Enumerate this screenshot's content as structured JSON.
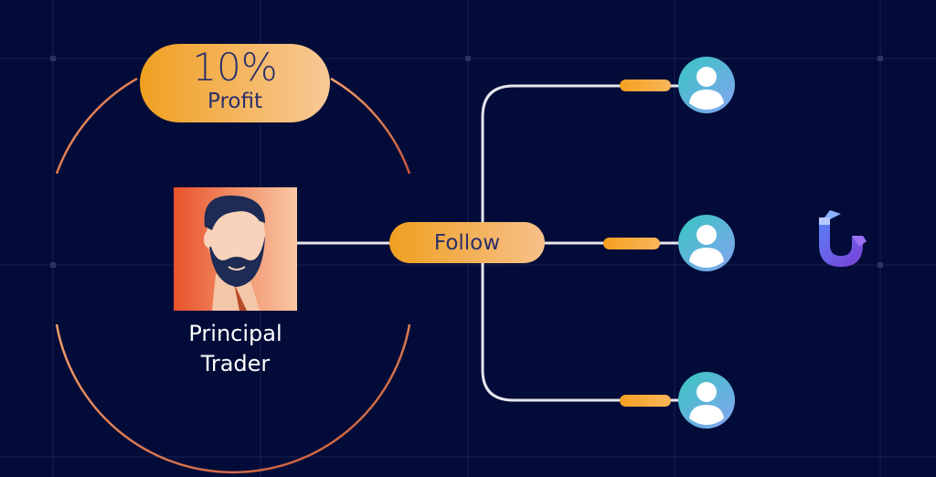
{
  "profit_badge": {
    "percent": "10%",
    "label": "Profit"
  },
  "principal": {
    "label_line1": "Principal",
    "label_line2": "Trader"
  },
  "follow_button": {
    "label": "Follow"
  },
  "followers": [
    {
      "name": "follower-top"
    },
    {
      "name": "follower-middle"
    },
    {
      "name": "follower-bottom"
    }
  ],
  "colors": {
    "background": "#030c38",
    "grid": "#1a2456",
    "accent_orange": "#f2a524",
    "accent_peach": "#f7c08b",
    "ring_orange": "#d8743a",
    "avatar_teal": "#3cc3c8",
    "avatar_blue": "#7aa7ef",
    "connector": "#e9e9ee",
    "label_text_dark": "#2a2f6b"
  },
  "icons": {
    "trader": "bearded-man-avatar-icon",
    "follower": "user-silhouette-icon",
    "brand": "magnet-logo-icon"
  }
}
